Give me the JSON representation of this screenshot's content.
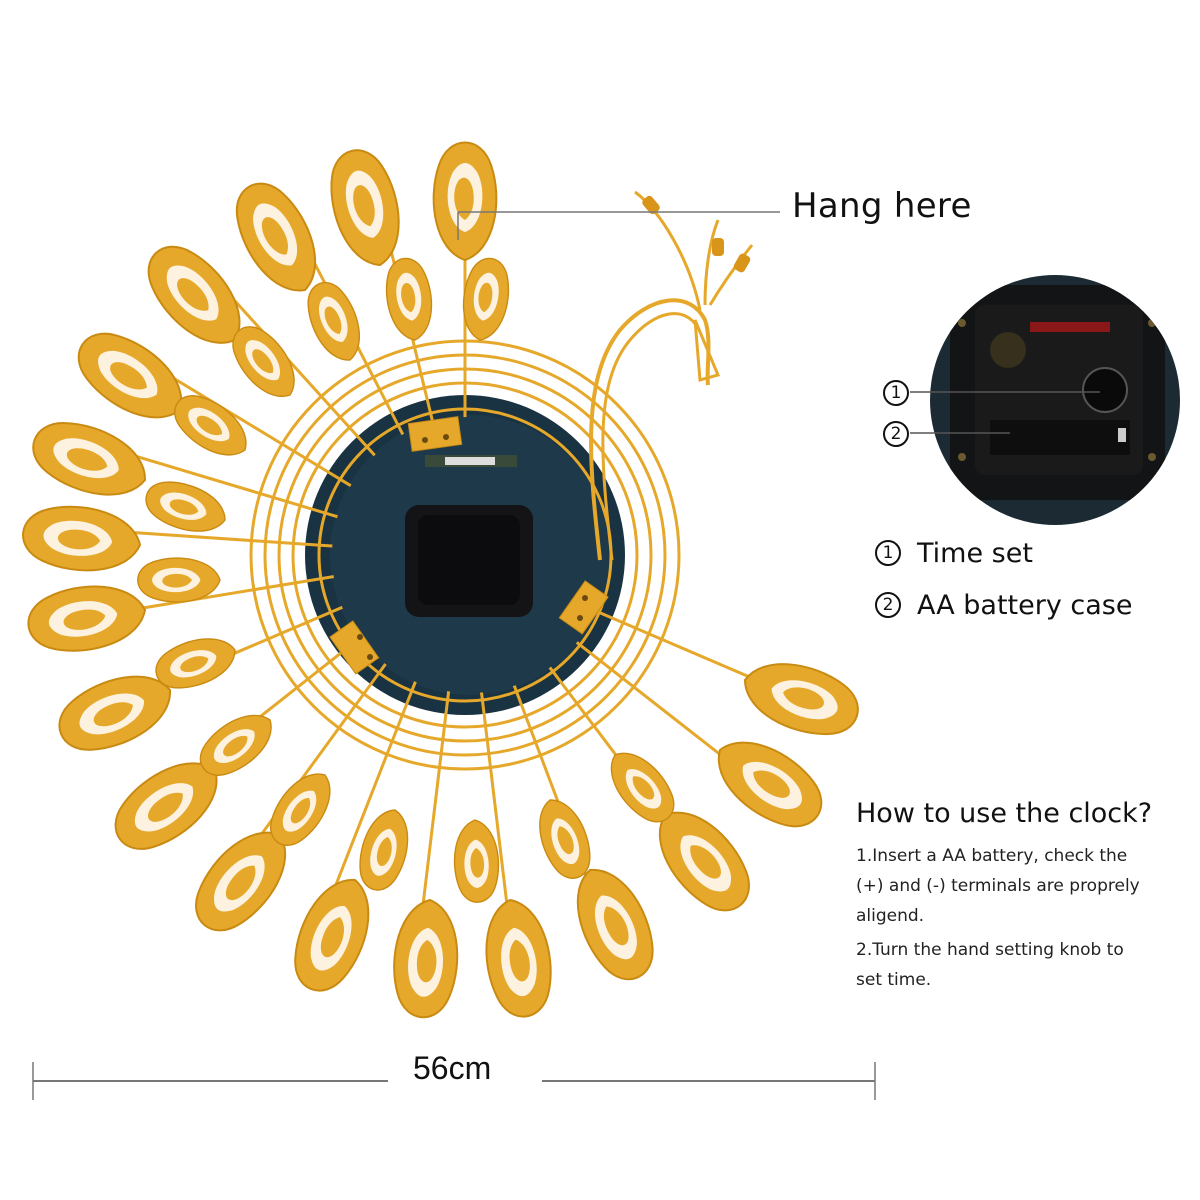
{
  "callouts": {
    "hang_here": "Hang here"
  },
  "inset": {
    "markers": [
      "1",
      "2"
    ]
  },
  "legend": {
    "items": [
      {
        "num": "1",
        "label": "Time set"
      },
      {
        "num": "2",
        "label": "AA battery case"
      }
    ]
  },
  "howto": {
    "title": "How to use the clock?",
    "step1_line1": "1.Insert a AA battery, check the",
    "step1_line2": "(+) and (-) terminals are proprely",
    "step1_line3": "aligend.",
    "step2_line1": "2.Turn the hand setting knob to",
    "step2_line2": "set time."
  },
  "dimension": {
    "label": "56cm"
  },
  "colors": {
    "gold": "#E6A82A",
    "gold_dark": "#C98A12",
    "navy": "#1E3A4A",
    "movement": "#141416",
    "leader_line": "#777777"
  }
}
